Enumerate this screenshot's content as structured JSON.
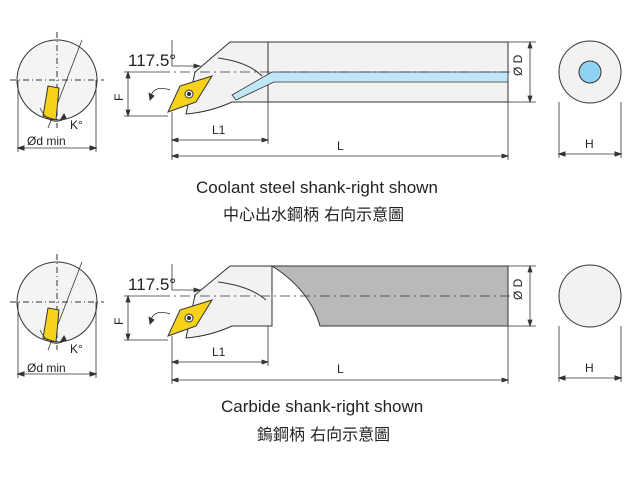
{
  "colors": {
    "line": "#333333",
    "insert": "#f7d11a",
    "coolant_shank_fill": "#f2f2f2",
    "carbide_shank_fill": "#b9b9b9",
    "coolant_bore": "#8fd3f4",
    "coolant_channel": "#bfe7f8"
  },
  "top": {
    "angle_label": "117.5°",
    "kappa_label": "K°",
    "diameter_min_label": "Ød min",
    "f_label": "F",
    "l1_label": "L1",
    "l_label": "L",
    "od_label": "Ø D",
    "h_label": "H",
    "caption_en": "Coolant steel shank-right shown",
    "caption_zh": "中心出水鋼柄  右向示意圖"
  },
  "bottom": {
    "angle_label": "117.5°",
    "kappa_label": "K°",
    "diameter_min_label": "Ød min",
    "f_label": "F",
    "l1_label": "L1",
    "l_label": "L",
    "od_label": "Ø D",
    "h_label": "H",
    "caption_en": "Carbide shank-right shown",
    "caption_zh": "鎢鋼柄  右向示意圖"
  }
}
